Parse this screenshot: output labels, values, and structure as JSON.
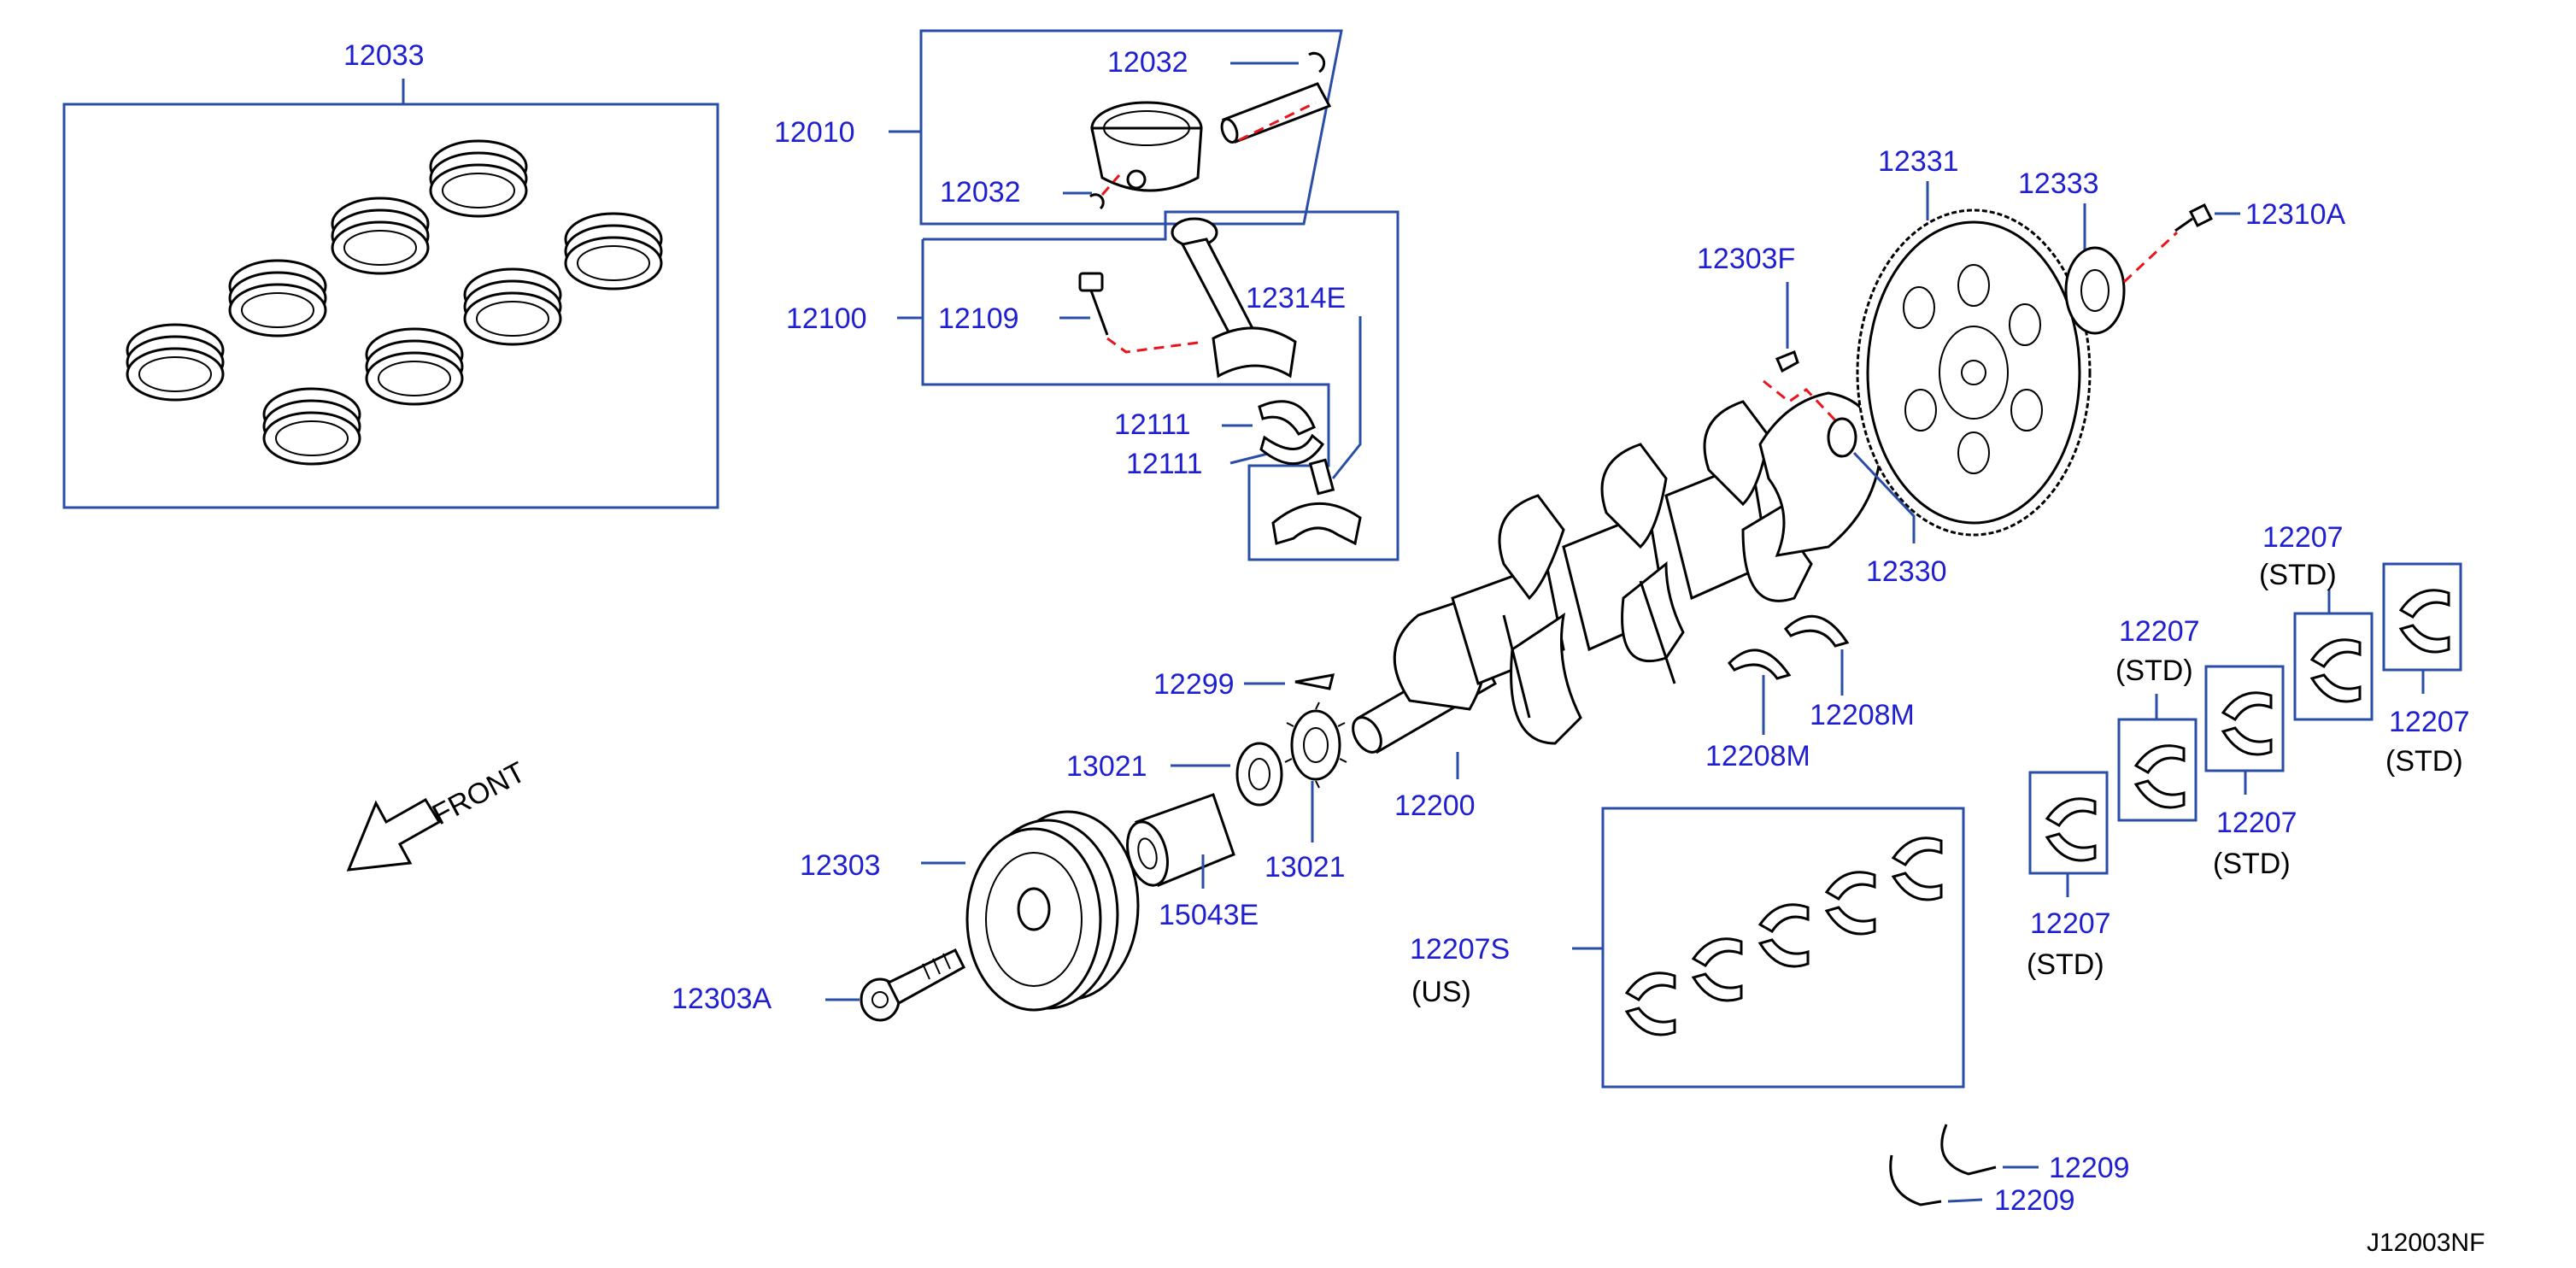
{
  "diagram_code": "J12003NF",
  "front_label": "FRONT",
  "colors": {
    "part_number": "#1f1fd0",
    "box": "#2a4ea8",
    "leader_dash": "#e8151b",
    "line_art": "#000000"
  },
  "callouts": {
    "c12033": "12033",
    "c12010": "12010",
    "c12032a": "12032",
    "c12032b": "12032",
    "c12100": "12100",
    "c12109": "12109",
    "c12314e": "12314E",
    "c12111a": "12111",
    "c12111b": "12111",
    "c12303f": "12303F",
    "c12331": "12331",
    "c12333": "12333",
    "c12310a": "12310A",
    "c12330": "12330",
    "c12299": "12299",
    "c13021a": "13021",
    "c13021b": "13021",
    "c12200": "12200",
    "c12208ma": "12208M",
    "c12208mb": "12208M",
    "c12303": "12303",
    "c15043e": "15043E",
    "c12303a": "12303A",
    "c12207s": "12207S",
    "c12207s_sub": "(US)",
    "c12207_1": "12207",
    "c12207_1_sub": "(STD)",
    "c12207_2": "12207",
    "c12207_2_sub": "(STD)",
    "c12207_3": "12207",
    "c12207_3_sub": "(STD)",
    "c12207_4": "12207",
    "c12207_4_sub": "(STD)",
    "c12207_5": "12207",
    "c12207_5_sub": "(STD)",
    "c12209a": "12209",
    "c12209b": "12209"
  }
}
